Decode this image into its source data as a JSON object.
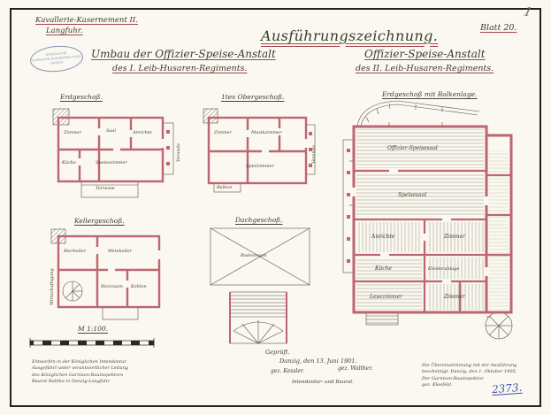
{
  "page": {
    "corner_mark": "1",
    "sheet_label": "Blatt 20.",
    "doc_number": "2373."
  },
  "header": {
    "station_line1": "Kavallerie-Kasernement II.",
    "station_line2": "Langfuhr.",
    "main_title": "Ausführungszeichnung.",
    "left_title_line1": "Umbau der Offizier-Speise-Anstalt",
    "left_title_line2": "des I. Leib-Husaren-Regiments.",
    "right_title_line1": "Offizier-Speise-Anstalt",
    "right_title_line2": "des II. Leib-Husaren-Regiments."
  },
  "stamp": {
    "line1": "KÖNIGLICHE",
    "line2": "GARNISON-BAUVERWALTUNG",
    "line3": "DANZIG"
  },
  "plans": {
    "erdgeschoss": {
      "title": "Erdgeschoß.",
      "rooms": {
        "zimmer": "Zimmer",
        "saal": "Saal",
        "anrichte": "Anrichte",
        "kueche": "Küche",
        "speise": "Speisezimmer",
        "terrasse": "Terrasse",
        "veranda": "Veranda"
      }
    },
    "obergeschoss": {
      "title": "1tes Obergeschoß.",
      "rooms": {
        "zimmer": "Zimmer",
        "musik": "Musikzimmer",
        "spiel": "Spielzimmer",
        "balkon": "Balkon",
        "veranda": "Veranda"
      }
    },
    "kellergeschoss": {
      "title": "Kellergeschoß.",
      "rooms": {
        "bier": "Bierkeller",
        "wein": "Weinkeller",
        "heiz": "Heizraum",
        "kohlen": "Kohlen",
        "gang": "Wirtschaftsgang"
      }
    },
    "dachgeschoss": {
      "title": "Dachgeschoß.",
      "rooms": {
        "boden": "Bodenraum"
      }
    },
    "balkenlage": {
      "title": "Erdgeschoß mit Balkenlage.",
      "rooms": {
        "offizier": "Offizier-Speisesaal",
        "speisesaal": "Speisesaal",
        "anrichte": "Anrichte",
        "zimmer1": "Zimmer",
        "kueche": "Küche",
        "kleider": "Kleiderablage",
        "lese": "Lesezimmer",
        "zimmer2": "Zimmer"
      }
    }
  },
  "scale": {
    "label": "M 1:100."
  },
  "footer": {
    "left_block": {
      "line1": "Entworfen in der Königlichen Intendantur.",
      "line2": "Ausgeführt unter verantwortlicher Leitung",
      "line3": "des Königlichen Garnison-Bauinspektors",
      "line4": "Baurat Rathke in Danzig-Langfuhr."
    },
    "center_block": {
      "approved": "Geprüft.",
      "place_date": "Danzig, den 13. Juni 1901.",
      "sig_left": "gez. Kessler.",
      "sig_right": "gez. Walther.",
      "role_line": "Intendantur- und Baurat."
    },
    "right_block": {
      "line1": "Die Übereinstimmung mit der Ausführung",
      "line2": "bescheinigt. Danzig, den 1. Oktober 1905.",
      "line3": "Der Garnison-Bauinspektor.",
      "line4": "gez. Kleefeld."
    }
  }
}
